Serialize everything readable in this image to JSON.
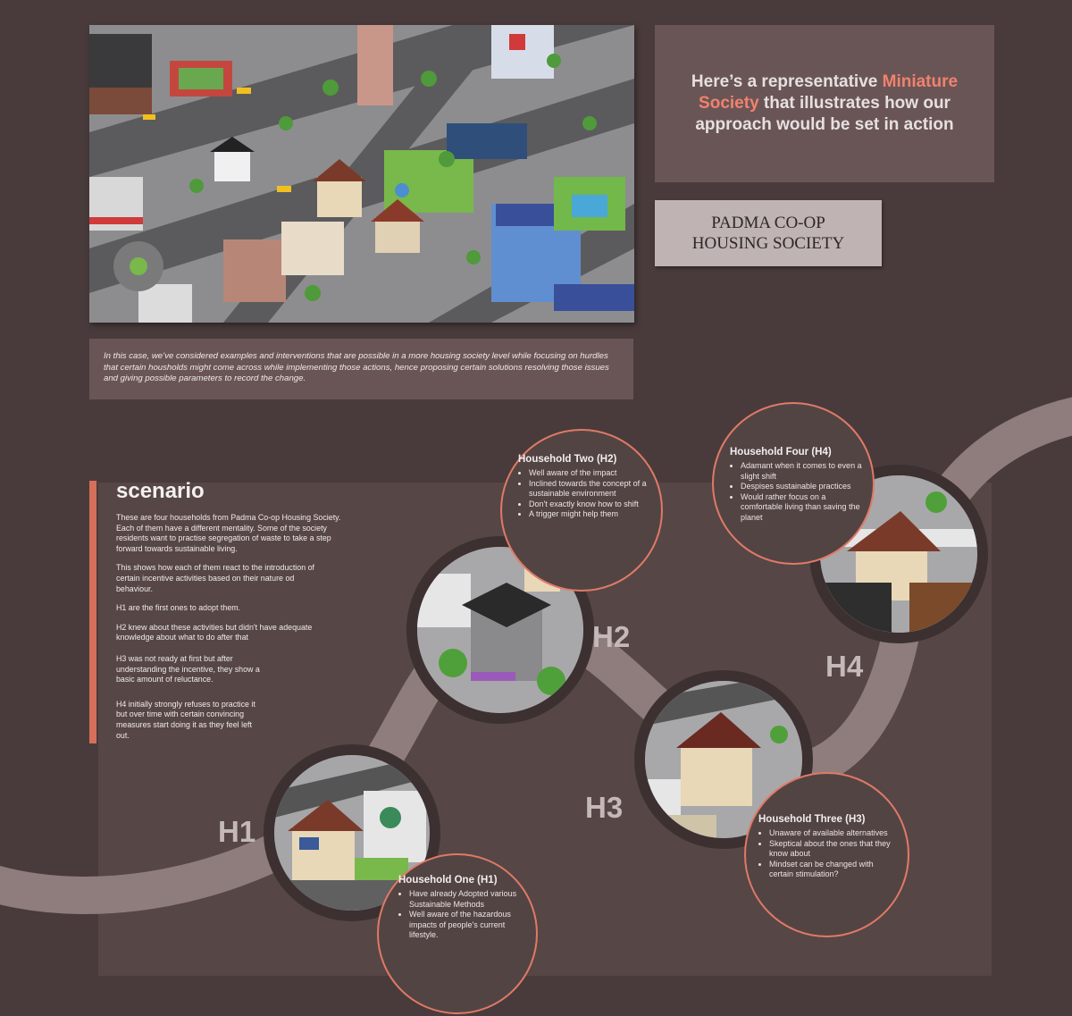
{
  "intro": {
    "part1": "Here’s a representative ",
    "highlight": "Miniature Society",
    "part2": " that illustrates how our approach would be set in action"
  },
  "society_name": {
    "line1": "PADMA CO-OP",
    "line2": "HOUSING SOCIETY"
  },
  "note": "In this case, we’ve considered examples and interventions that are possible in a more housing society level while focusing on hurdles that certain housholds might come across while implementing those actions, hence proposing certain solutions resolving those issues and giving possible parameters to record the change.",
  "scenario": {
    "title": "scenario",
    "paragraphs": [
      "These are four households from Padma Co-op Housing Society. Each of them have a different mentality. Some of the society residents want to practise segregation of waste to take a step forward towards sustainable living.",
      "This shows how each of them react to the introduction of certain incentive activities based on their nature od behaviour.",
      "H1 are the first ones to adopt them.",
      "H2 knew about these activities but didn't have adequate knowledge about what to do after that",
      "H3 was not ready at first but after understanding the incentive, they show a basic amount of reluctance.",
      "H4 initially strongly refuses to practice it but over time with certain convincing measures start doing it as they feel left out."
    ]
  },
  "households": [
    {
      "label": "H1",
      "title": "Household One (H1)",
      "points": [
        "Have already Adopted various Sustainable Methods",
        "Well aware of the hazardous impacts of people's current lifestyle."
      ]
    },
    {
      "label": "H2",
      "title": "Household Two (H2)",
      "points": [
        "Well aware of the impact",
        "Inclined towards the concept of a sustainable environment",
        "Don't exactly know how to shift",
        "A trigger might help them"
      ]
    },
    {
      "label": "H3",
      "title": "Household Three (H3)",
      "points": [
        "Unaware of available alternatives",
        "Skeptical about the ones that they know about",
        "Mindset can be changed with certain stimulation?"
      ]
    },
    {
      "label": "H4",
      "title": "Household Four (H4)",
      "points": [
        "Adamant when it comes to even a slight shift",
        "Despises sustainable practices",
        "Would rather focus on a comfortable living than saving the planet"
      ]
    }
  ],
  "colors": {
    "background": "#493b3b",
    "panel": "#6a5556",
    "accent": "#f0826e",
    "bar": "#d4705a",
    "band": "#8e7d7c"
  }
}
